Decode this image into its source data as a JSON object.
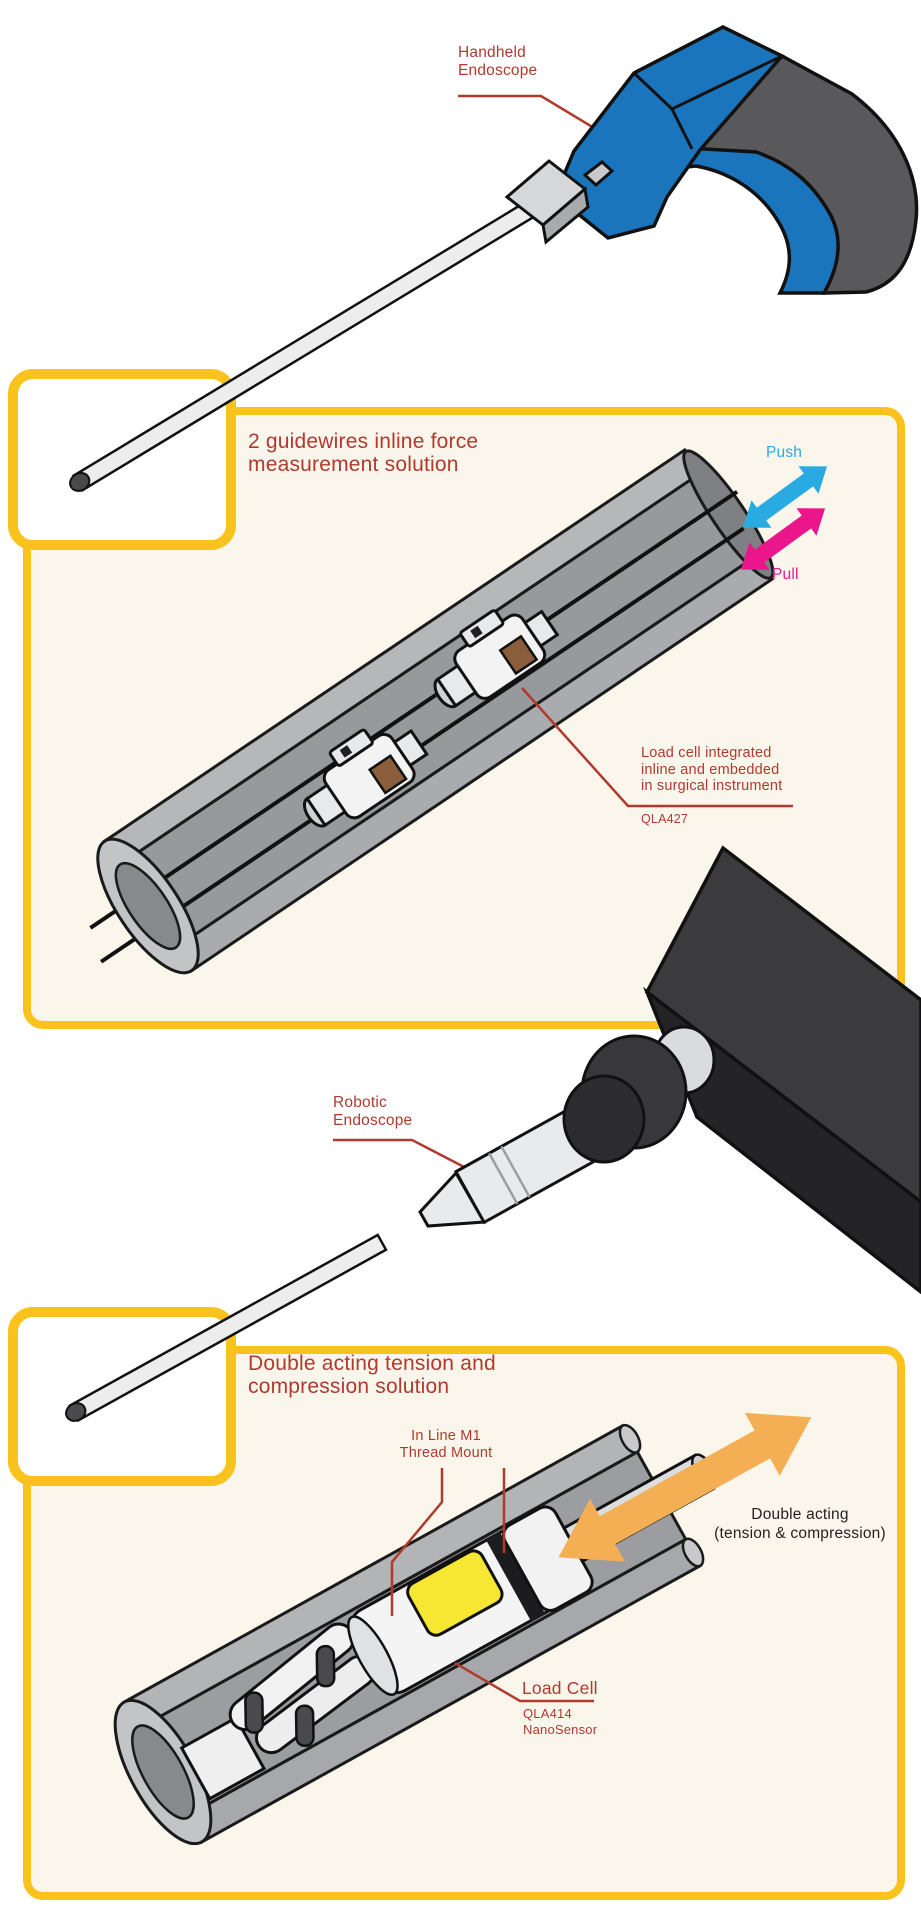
{
  "colors": {
    "label_red": "#B03A2E",
    "callout_border_yellow": "#FAC21C",
    "callout_bg_cream": "#FAF6EC",
    "push_cyan": "#29ABE2",
    "pull_magenta": "#EC168C",
    "double_arrow_orange": "#F4AF55",
    "endoscope_blue": "#1B75BC",
    "device_dark_gray": "#59595B",
    "text_black": "#231F20",
    "load_cell_yellow": "#F7E733",
    "load_cell_brown": "#8A5D3B"
  },
  "handheld_endoscope": {
    "label_line1": "Handheld",
    "label_line2": "Endoscope"
  },
  "robotic_endoscope": {
    "label_line1": "Robotic",
    "label_line2": "Endoscope"
  },
  "guidewire_callout": {
    "title_line1": "2 guidewires inline force",
    "title_line2": "measurement solution",
    "push_label": "Push",
    "pull_label": "Pull",
    "note_line1": "Load cell integrated",
    "note_line2": "inline and embedded",
    "note_line3": "in surgical instrument",
    "model": "QLA427"
  },
  "double_acting_callout": {
    "title_line1": "Double acting tension and",
    "title_line2": "compression solution",
    "mount_label_line1": "In Line M1",
    "mount_label_line2": "Thread Mount",
    "direction_label_line1": "Double acting",
    "direction_label_line2": "(tension & compression)",
    "load_cell_label": "Load Cell",
    "model_line1": "QLA414",
    "model_line2": "NanoSensor"
  }
}
